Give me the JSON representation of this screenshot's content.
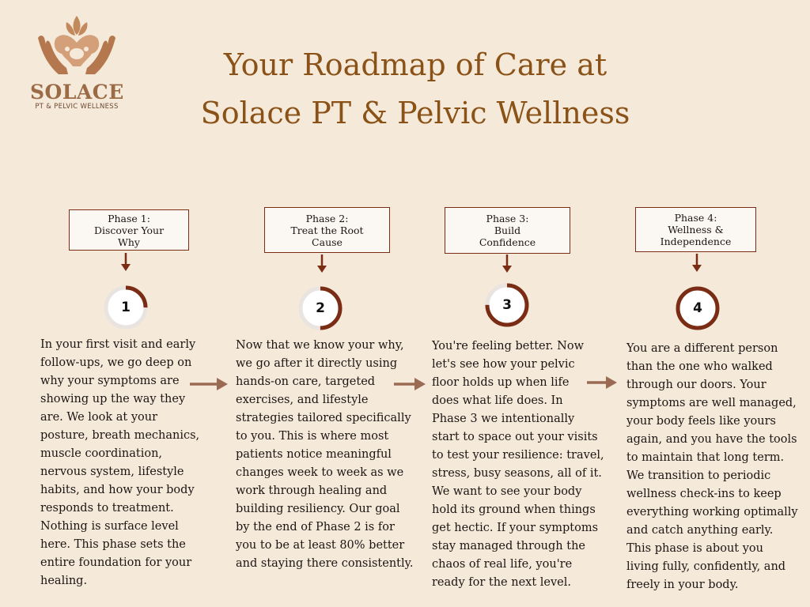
{
  "brand": {
    "name": "SOLACE",
    "tagline": "PT & PELVIC WELLNESS",
    "logo_icon": "pelvis-lotus-hands-icon"
  },
  "title": {
    "line1": "Your Roadmap of Care at",
    "line2": "Solace PT & Pelvic Wellness"
  },
  "phases": [
    {
      "label": "Phase 1:\nDiscover Your\nWhy",
      "number": "1",
      "progress": 0.25,
      "text": " In your first visit and early\nfollow-ups, we go deep on\nwhy your symptoms are\nshowing up the way they\nare. We look at your\nposture, breath mechanics,\nmuscle coordination,\nnervous system, lifestyle\nhabits, and how your body\nresponds to treatment.\nNothing is surface level\nhere. This phase sets the\nentire foundation for your\nhealing."
    },
    {
      "label": "Phase 2:\nTreat the Root\nCause",
      "number": "2",
      "progress": 0.5,
      "text": "Now that we know your why,\nwe go after it directly using\nhands-on care, targeted\nexercises, and lifestyle\nstrategies tailored specifically\nto you. This is where most\npatients notice meaningful\nchanges week to week as we\nwork through healing and\nbuilding resiliency. Our goal\nby the end of Phase 2 is for\nyou to be at least 80% better\nand staying there consistently."
    },
    {
      "label": "Phase 3:\nBuild\nConfidence",
      "number": "3",
      "progress": 0.75,
      "text": "You're feeling better. Now\nlet's see how your pelvic\nfloor holds up when life\ndoes what life does. In\nPhase 3 we intentionally\nstart to space out your visits\nto test your resilience: travel,\nstress, busy seasons, all of it.\nWe want to see your body\nhold its ground when things\nget hectic.  If your symptoms\nstay managed through the\nchaos of real life, you're\nready for the next level."
    },
    {
      "label": "Phase 4:\nWellness &\nIndependence",
      "number": "4",
      "progress": 1.0,
      "text": " You are a different person\nthan the one who walked\nthrough our doors. Your\nsymptoms are well managed,\nyour body feels like yours\nagain, and you have the tools\nto maintain that long term.\nWe transition to periodic\nwellness check-ins to keep\neverything working optimally\nand catch anything early.\nThis phase is about you\nliving fully, confidently, and\nfreely in your body."
    }
  ],
  "colors": {
    "background": "#f5e9da",
    "title": "#8b5218",
    "box_border": "#7a2c14",
    "ring": "#7a2c14",
    "ring_track": "#e9e4e0",
    "arrow": "#9a6a52"
  }
}
